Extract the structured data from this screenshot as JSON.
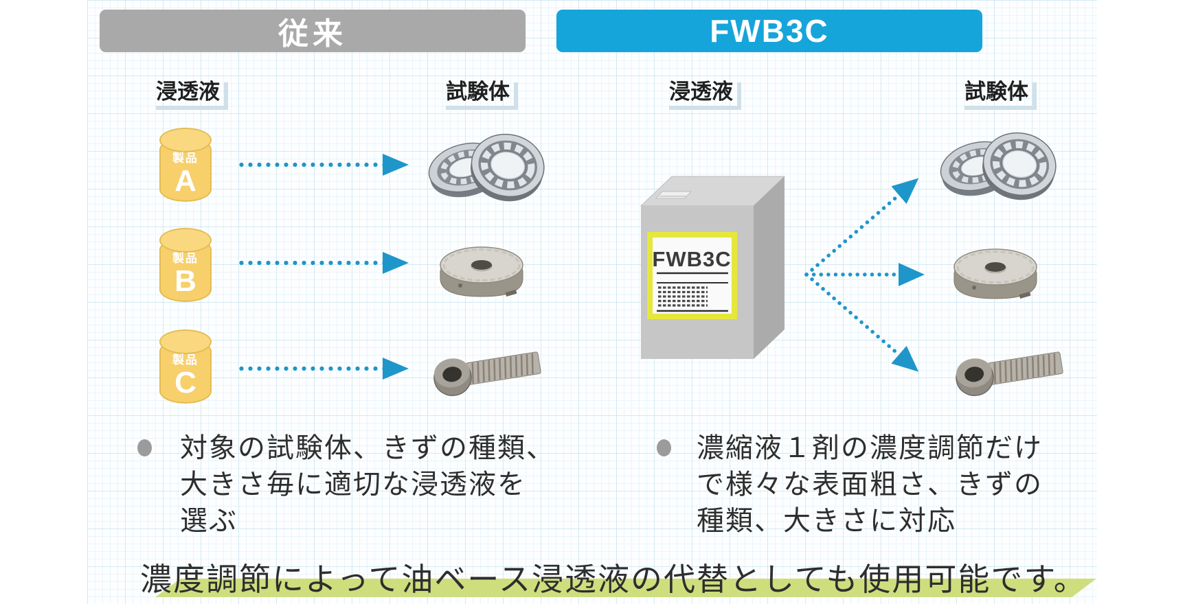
{
  "colors": {
    "header_gray": "#a9a9a9",
    "header_blue": "#15a5da",
    "arrow_blue": "#1e96ca",
    "cylinder_yellow": "#f7cf6b",
    "highlight_green": "#cede7d",
    "label_shadow_blue": "#cfe0ea",
    "container_label_frame_yellow": "#e6e73a"
  },
  "icons": {
    "flow_arrow": "dotted-arrow-right",
    "bullet": "filled-circle"
  },
  "left_panel": {
    "header": "従来",
    "penetrant_label": "浸透液",
    "specimen_label": "試験体",
    "cylinders": [
      {
        "prefix": "製品",
        "letter": "A"
      },
      {
        "prefix": "製品",
        "letter": "B"
      },
      {
        "prefix": "製品",
        "letter": "C"
      }
    ],
    "bullet_lines": [
      "対象の試験体、きずの種類、",
      "大きさ毎に適切な浸透液を",
      "選ぶ"
    ]
  },
  "right_panel": {
    "header": "FWB3C",
    "penetrant_label": "浸透液",
    "specimen_label": "試験体",
    "container_label": "FWB3C",
    "bullet_lines": [
      "濃縮液１剤の濃度調節だけ",
      "で様々な表面粗さ、きずの",
      "種類、大きさに対応"
    ]
  },
  "footer": {
    "note": "濃度調節によって油ベース浸透液の代替としても使用可能です。"
  }
}
